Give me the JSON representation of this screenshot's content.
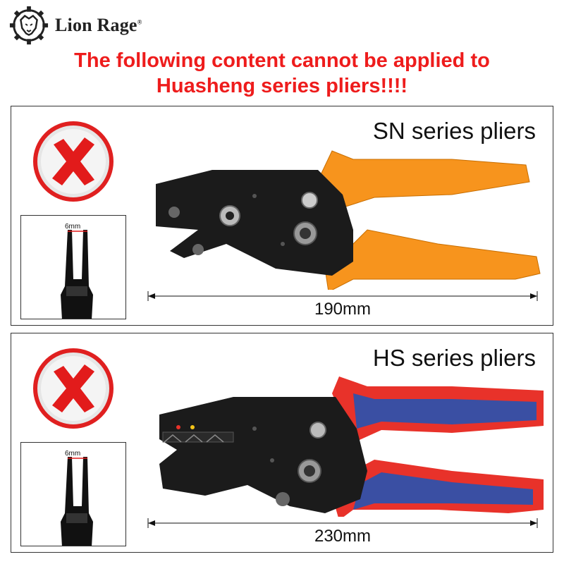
{
  "brand": {
    "name": "Lion Rage",
    "registered": "®",
    "logo_icon": "lion-gear-logo"
  },
  "warning": {
    "line1": "The following content cannot be applied to",
    "line2": "Huasheng series pliers!!!!",
    "color": "#ee1c1c"
  },
  "panels": [
    {
      "title": "SN series pliers",
      "reject_icon": "red-x-circle-icon",
      "inset_gap_label": "6mm",
      "length_label": "190mm",
      "handle_color": "#f7941d"
    },
    {
      "title": "HS series pliers",
      "reject_icon": "red-x-circle-icon",
      "inset_gap_label": "6mm",
      "length_label": "230mm",
      "handle_colors": [
        "#e8322a",
        "#3a4fa3"
      ]
    }
  ]
}
